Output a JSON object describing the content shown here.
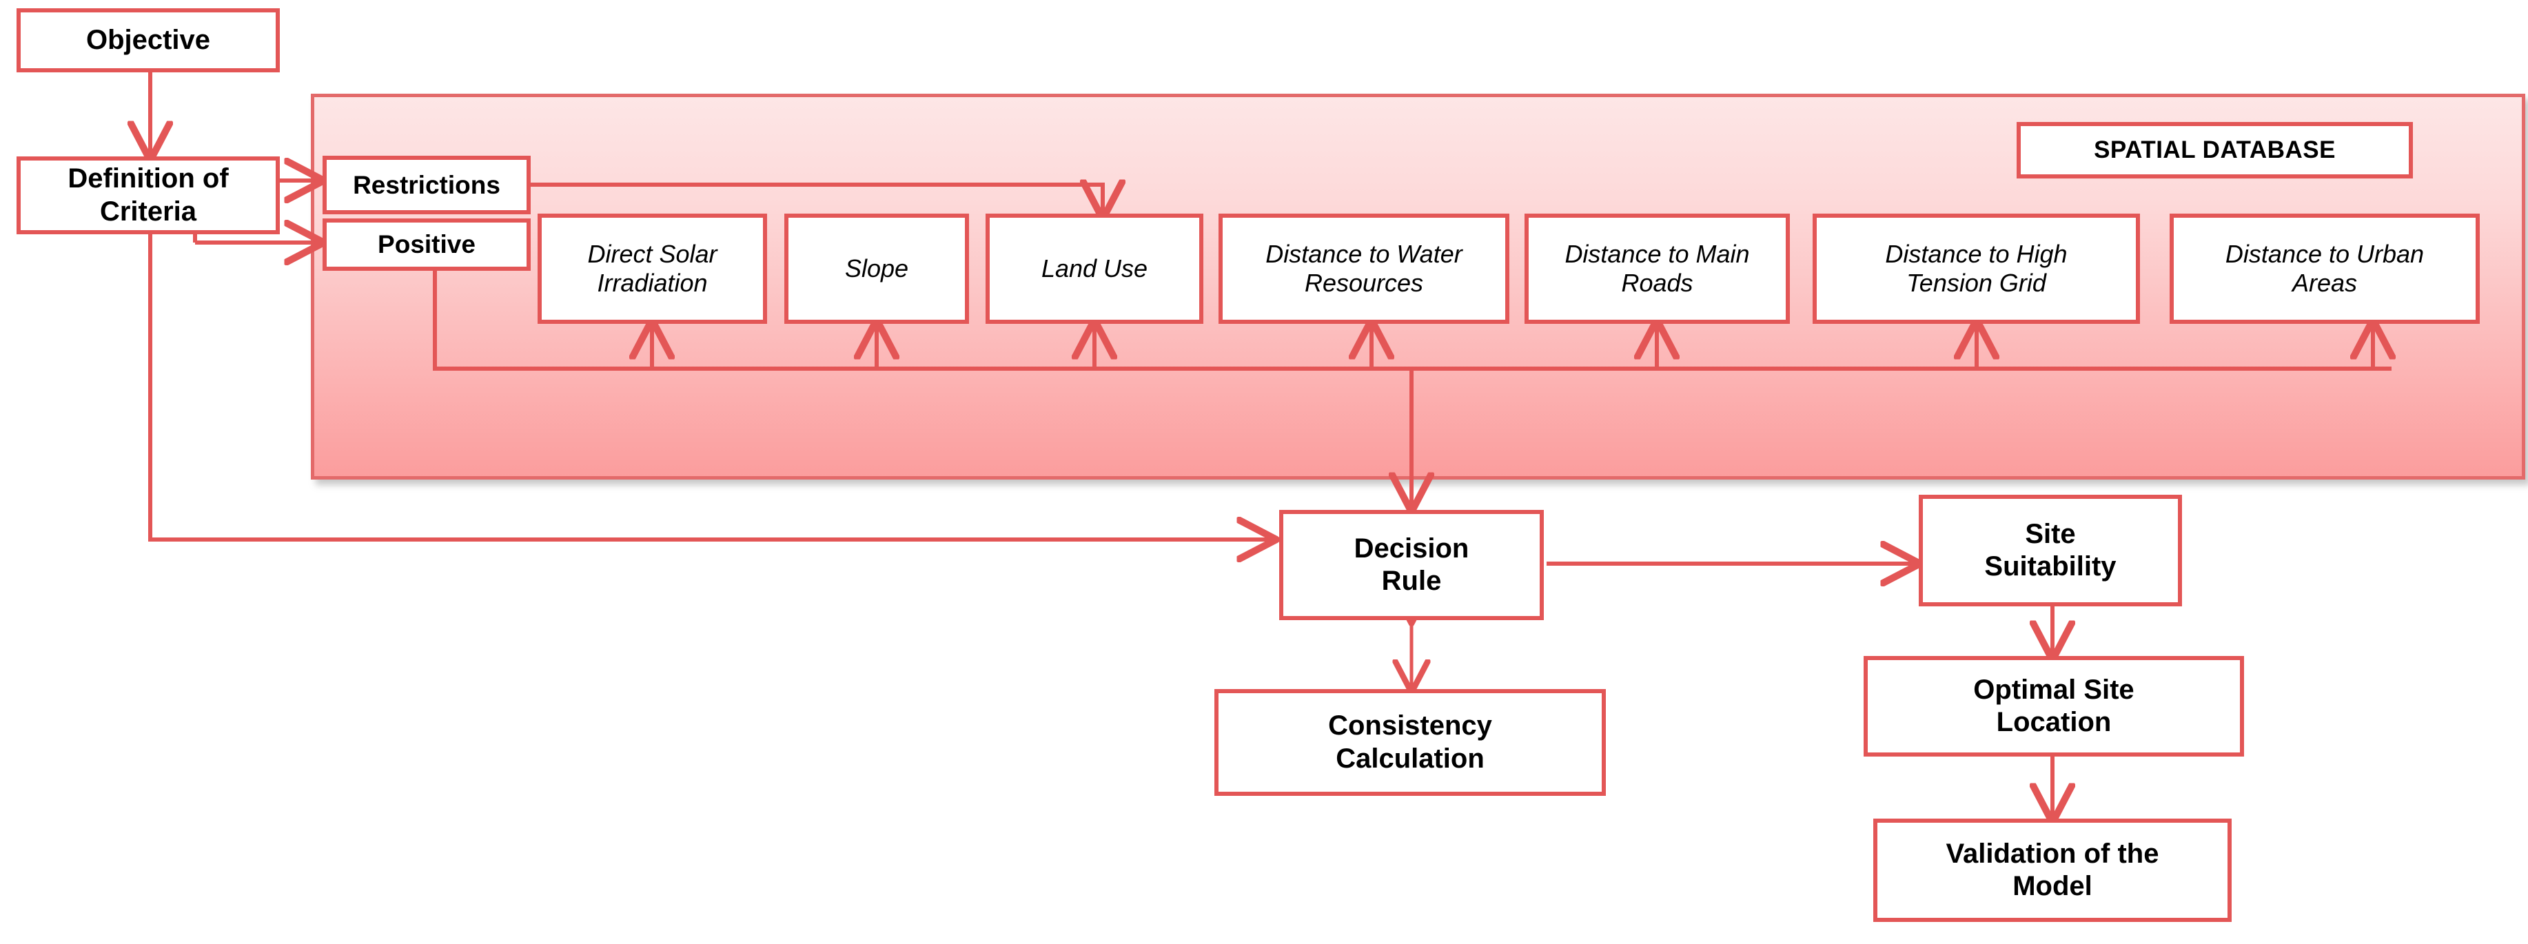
{
  "diagram": {
    "title": "Site selection methodology flowchart",
    "accent_color": "#e35656",
    "panel_border_color": "#e36a6a",
    "panel_gradient_top": "#fde6e6",
    "panel_gradient_bottom": "#fb9d9d",
    "text_color": "#000000",
    "background_color": "#ffffff"
  },
  "nodes": {
    "objective": {
      "label": "Objective"
    },
    "definition_of_criteria": {
      "label": "Definition of\nCriteria"
    },
    "restrictions": {
      "label": "Restrictions"
    },
    "positive": {
      "label": "Positive"
    },
    "spatial_database": {
      "label": "SPATIAL DATABASE"
    },
    "decision_rule": {
      "label": "Decision\nRule"
    },
    "consistency_calculation": {
      "label": "Consistency\nCalculation"
    },
    "site_suitability": {
      "label": "Site\nSuitability"
    },
    "optimal_site_location": {
      "label": "Optimal Site\nLocation"
    },
    "validation_of_the_model": {
      "label": "Validation of the\nModel"
    }
  },
  "criteria_layers": [
    {
      "label": "Direct Solar\nIrradiation"
    },
    {
      "label": "Slope"
    },
    {
      "label": "Land Use"
    },
    {
      "label": "Distance to Water\nResources"
    },
    {
      "label": "Distance to Main\nRoads"
    },
    {
      "label": "Distance to High\nTension Grid"
    },
    {
      "label": "Distance to Urban\nAreas"
    }
  ],
  "connections": [
    {
      "from": "objective",
      "to": "definition_of_criteria",
      "kind": "arrow-down"
    },
    {
      "from": "definition_of_criteria",
      "to": "restrictions",
      "kind": "arrow-right"
    },
    {
      "from": "definition_of_criteria",
      "to": "positive",
      "kind": "arrow-right"
    },
    {
      "from": "definition_of_criteria",
      "to": "decision_rule",
      "kind": "arrow-elbow-right"
    },
    {
      "from": "restrictions",
      "to": "land_use",
      "kind": "arrow-elbow-down"
    },
    {
      "from": "positive",
      "to": "criteria_bus",
      "kind": "line-elbow"
    },
    {
      "from": "criteria_bus",
      "to": "direct_solar_irradiation",
      "kind": "arrow-up"
    },
    {
      "from": "criteria_bus",
      "to": "slope",
      "kind": "arrow-up"
    },
    {
      "from": "criteria_bus",
      "to": "land_use",
      "kind": "arrow-up"
    },
    {
      "from": "criteria_bus",
      "to": "distance_to_water_resources",
      "kind": "arrow-up"
    },
    {
      "from": "criteria_bus",
      "to": "distance_to_main_roads",
      "kind": "arrow-up"
    },
    {
      "from": "criteria_bus",
      "to": "distance_to_high_tension_grid",
      "kind": "arrow-up"
    },
    {
      "from": "criteria_bus",
      "to": "distance_to_urban_areas",
      "kind": "arrow-up"
    },
    {
      "from": "criteria_bus",
      "to": "decision_rule",
      "kind": "arrow-down"
    },
    {
      "from": "decision_rule",
      "to": "site_suitability",
      "kind": "arrow-right"
    },
    {
      "from": "decision_rule",
      "to": "consistency_calculation",
      "kind": "arrow-double-vertical"
    },
    {
      "from": "site_suitability",
      "to": "optimal_site_location",
      "kind": "arrow-down"
    },
    {
      "from": "optimal_site_location",
      "to": "validation_of_the_model",
      "kind": "arrow-down"
    }
  ]
}
